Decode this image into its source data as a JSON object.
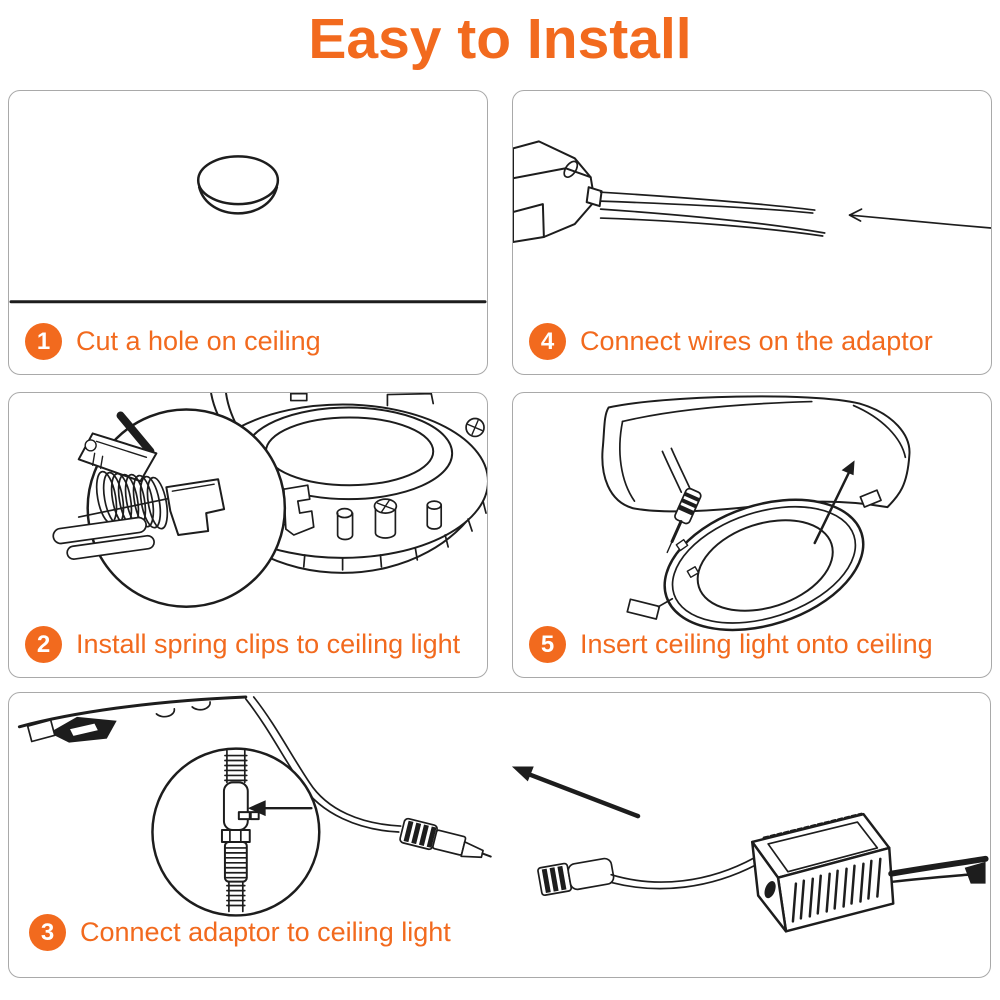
{
  "title": "Easy to Install",
  "colors": {
    "accent": "#F26A1E",
    "line": "#1d1d1d",
    "panel_border": "#a9a9a9",
    "background": "#ffffff"
  },
  "steps": [
    {
      "number": "1",
      "label": "Cut a hole on ceiling"
    },
    {
      "number": "2",
      "label": "Install spring clips to ceiling light"
    },
    {
      "number": "3",
      "label": "Connect adaptor to ceiling light"
    },
    {
      "number": "4",
      "label": "Connect wires on the adaptor"
    },
    {
      "number": "5",
      "label": "Insert ceiling light onto ceiling"
    }
  ]
}
